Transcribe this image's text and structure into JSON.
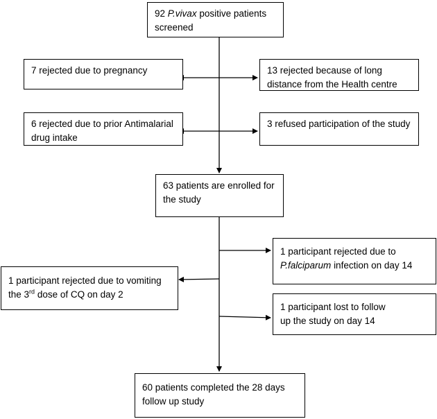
{
  "screened": {
    "count_text": "92",
    "species": "P.vivax",
    "rest": "positive patients",
    "line2": "screened"
  },
  "excluded_left": [
    {
      "line1": "7 rejected due to pregnancy",
      "line2": ""
    },
    {
      "line1": "6 rejected due to prior Antimalarial",
      "line2": "drug intake"
    }
  ],
  "excluded_right": [
    {
      "line1": "13 rejected because of long",
      "line2": "distance from the Health centre"
    },
    {
      "line1": "3 refused participation of the study",
      "line2": ""
    }
  ],
  "enrolled": {
    "line1": "63 patients are enrolled for",
    "line2": "the study"
  },
  "dropout_falciparum": {
    "line1": "1 participant rejected due to",
    "species": "P.falciparum",
    "rest": "infection on day 14"
  },
  "dropout_vomiting": {
    "line1": "1 participant rejected due to vomiting",
    "pre": "the 3",
    "sup": "rd",
    "post": "dose of CQ on day 2"
  },
  "dropout_lost": {
    "line1": "1 participant lost to follow",
    "line2": "up the study on day 14"
  },
  "completed": {
    "line1": "60 patients completed the 28 days",
    "line2": "follow up study"
  }
}
